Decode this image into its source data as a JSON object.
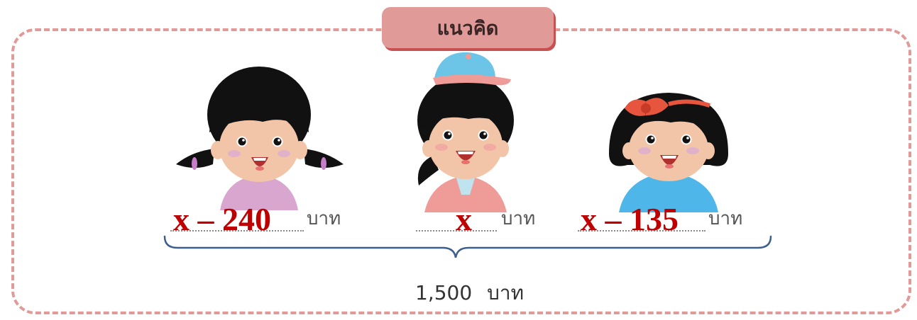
{
  "title": "แนวคิด",
  "people": [
    {
      "id": "girl-pigtails",
      "expression": "x – 240",
      "unit": "บาท"
    },
    {
      "id": "girl-cap",
      "expression": "x",
      "unit": "บาท"
    },
    {
      "id": "girl-bow",
      "expression": "x – 135",
      "unit": "บาท"
    }
  ],
  "total": {
    "value": "1,500",
    "unit": "บาท"
  },
  "colors": {
    "frame_border": "#e19a98",
    "tab_fill": "#e09b98",
    "tab_shadow": "#c95050",
    "expression_text": "#c00000",
    "brace": "#3d5f8f"
  },
  "icons": [
    "girl-pigtails-illustration",
    "girl-cap-illustration",
    "girl-bow-illustration",
    "curly-brace"
  ]
}
